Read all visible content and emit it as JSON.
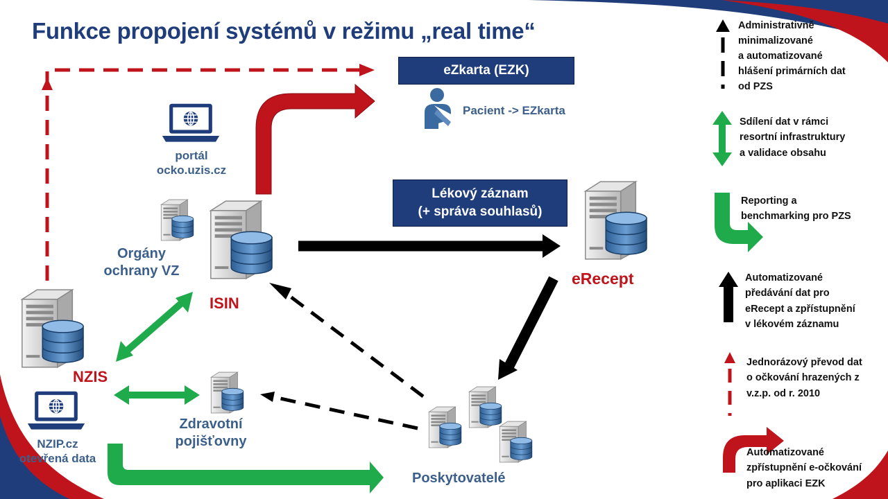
{
  "title": "Funkce propojení systémů v režimu „real time“",
  "boxes": {
    "ezk": "eZkarta (EZK)",
    "lekovy_line1": "Lékový záznam",
    "lekovy_line2": "(+ správa souhlasů)"
  },
  "labels": {
    "patient": "Pacient -> EZkarta",
    "portal_line1": "portál",
    "portal_line2": "ocko.uzis.cz",
    "organy_line1": "Orgány",
    "organy_line2": "ochrany VZ",
    "isin": "ISIN",
    "erecept": "eRecept",
    "nzis": "NZIS",
    "nzip_line1": "NZIP.cz",
    "nzip_line2": "otevřená data",
    "zdravotni_line1": "Zdravotní",
    "zdravotni_line2": "pojišťovny",
    "poskytovatele": "Poskytovatelé"
  },
  "legend": [
    {
      "icon": "black-dashed-up-arrow",
      "lines": [
        "Administrativně",
        "minimalizované",
        "a automatizované",
        "hlášení primárních dat",
        "od PZS"
      ]
    },
    {
      "icon": "green-double-arrow",
      "lines": [
        "Sdílení dat v rámci",
        "resortní infrastruktury",
        "a validace obsahu"
      ]
    },
    {
      "icon": "green-curved-arrow",
      "lines": [
        "Reporting a",
        "benchmarking pro PZS"
      ]
    },
    {
      "icon": "black-solid-up-arrow",
      "lines": [
        "Automatizované",
        "předávání dat pro",
        "eRecept a zpřístupnění",
        "v lékovém záznamu"
      ]
    },
    {
      "icon": "red-dashed-up-arrow",
      "lines": [
        "Jednorázový převod dat",
        "o očkování hrazených z",
        "v.z.p. od r. 2010"
      ]
    },
    {
      "icon": "red-curved-arrow",
      "lines": [
        "Automatizované",
        "zpřístupnění e-očkování",
        "pro aplikaci EZK"
      ]
    }
  ],
  "colors": {
    "title": "#1f3d7a",
    "box": "#1f3d7a",
    "red": "#c0141c",
    "green": "#1faa4b",
    "black": "#000000",
    "label_blue": "#3b5f8a"
  }
}
